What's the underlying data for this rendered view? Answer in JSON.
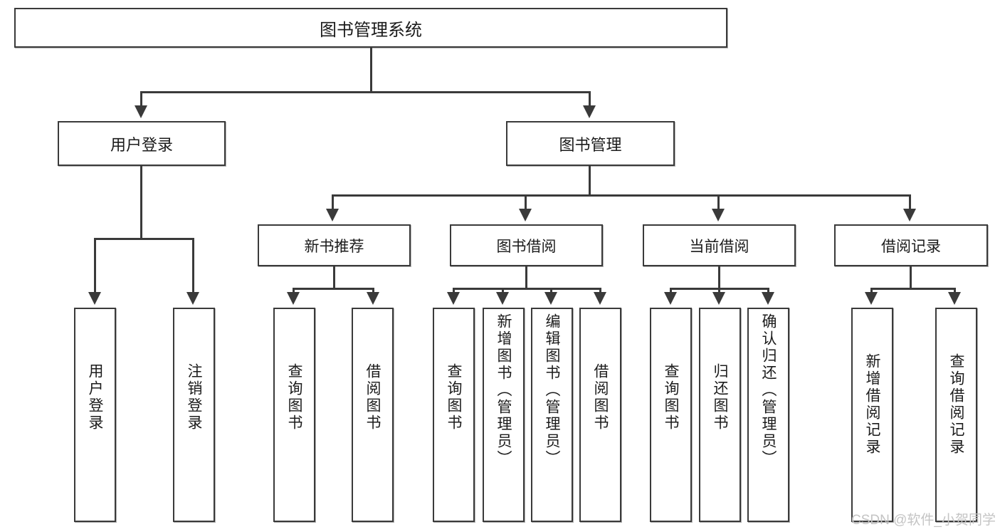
{
  "diagram": {
    "title": "图书管理系统",
    "root": {
      "label": "图书管理系统"
    },
    "level2": [
      {
        "label": "用户登录"
      },
      {
        "label": "图书管理"
      }
    ],
    "level3": [
      {
        "label": "新书推荐"
      },
      {
        "label": "图书借阅"
      },
      {
        "label": "当前借阅"
      },
      {
        "label": "借阅记录"
      }
    ],
    "leaves": {
      "user_login": [
        {
          "label": "用户登录"
        },
        {
          "label": "注销登录"
        }
      ],
      "new_book": [
        {
          "label": "查询图书"
        },
        {
          "label": "借阅图书"
        }
      ],
      "book_borrow": [
        {
          "label": "查询图书"
        },
        {
          "label": "新增图书（管理员）"
        },
        {
          "label": "编辑图书（管理员）"
        },
        {
          "label": "借阅图书"
        }
      ],
      "current_borrow": [
        {
          "label": "查询图书"
        },
        {
          "label": "归还图书"
        },
        {
          "label": "确认归还（管理员）"
        }
      ],
      "borrow_record": [
        {
          "label": "新增借阅记录"
        },
        {
          "label": "查询借阅记录"
        }
      ]
    }
  },
  "watermark": {
    "text": "CSDN @软件_小贺同学"
  },
  "colors": {
    "border": "#3a3a3a",
    "text": "#1b1b1b",
    "background": "#ffffff",
    "watermark": "#c4c4c4"
  }
}
